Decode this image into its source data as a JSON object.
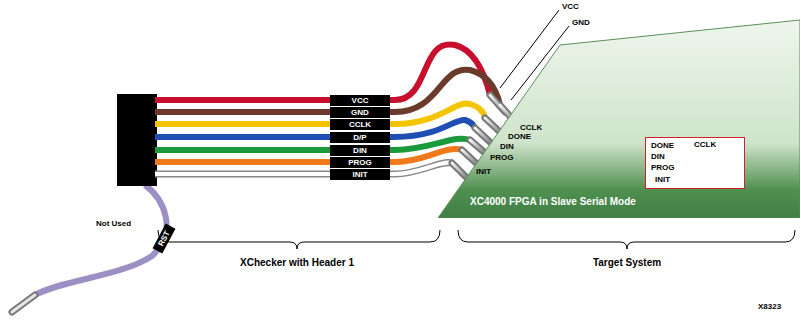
{
  "diagram": {
    "nodes": [
      {
        "text": [
          "XC4000 FPGA in Slave Serial Mode"
        ]
      },
      {
        "text": [
          "DONE",
          "CCLK",
          "DIN",
          "PROG",
          "INIT"
        ],
        "in": 0
      }
    ],
    "labels": [
      "VCC",
      "GND",
      "CCLK",
      "DONE",
      "DIN",
      "PROG",
      "INIT",
      "VCC",
      "GND",
      "CCLK",
      "D/P",
      "DIN",
      "PROG",
      "INIT",
      "Not Used",
      "RST",
      "XChecker with Header 1",
      "Target System",
      "X8323"
    ]
  }
}
